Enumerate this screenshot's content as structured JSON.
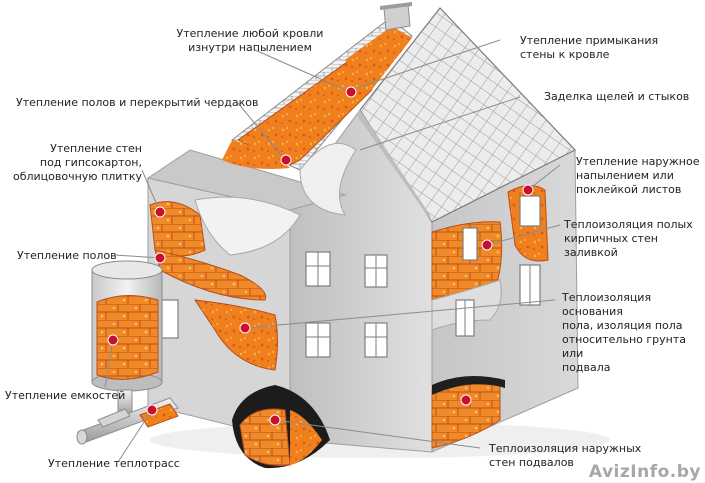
{
  "labels": {
    "roof_inside": "Утепление любой кровли\nизнутри напылением",
    "attic_floor": "Утепление полов и перекрытий чердаков",
    "walls_drywall": "Утепление стен\nпод гипсокартон,\nоблицовочную плитку",
    "floors": "Утепление полов",
    "tanks": "Утепление емкостей",
    "heat_pipes": "Утепление теплотрасс",
    "roof_junction": "Утепление примыкания\nстены к кровле",
    "gaps_joints": "Заделка щелей и стыков",
    "exterior": "Утепление наружное\nнапылением или\nпоклейкой листов",
    "hollow_brick": "Теплоизоляция полых\nкирпичных стен заливкой",
    "foundation": "Теплоизоляция основания\nпола, изоляция пола\nотносительно грунта или\nподвала",
    "basement_walls": "Теплоизоляция наружных\nстен подвалов"
  },
  "watermark": "AvizInfo.by",
  "colors": {
    "insulation": "#f07f1e",
    "insulation_dark": "#c9531a",
    "marker": "#c8102e",
    "wall_light": "#dcdcdc",
    "wall_shadow": "#b4b4b4",
    "roof": "#e6e6e6",
    "leader": "#8c8c8c"
  }
}
